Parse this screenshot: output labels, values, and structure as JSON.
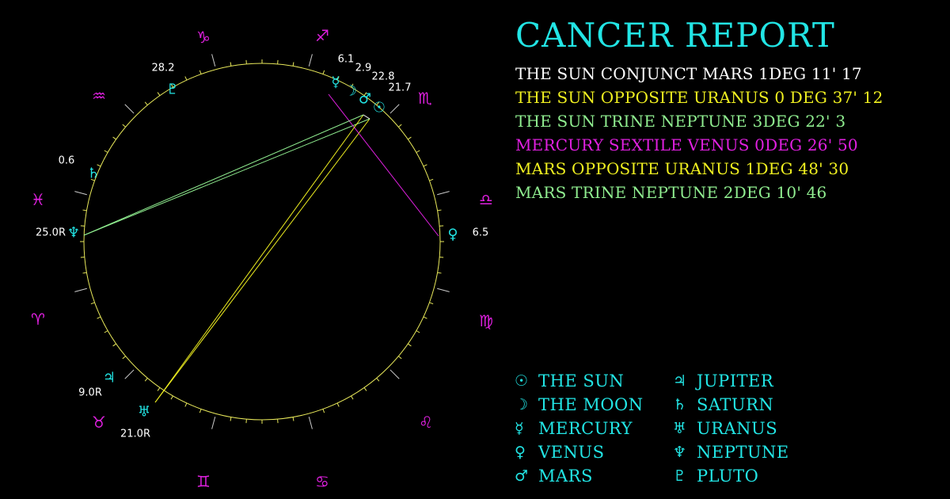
{
  "report": {
    "title": "CANCER REPORT",
    "title_color": "#22e5e5",
    "aspects": [
      {
        "text": "THE SUN CONJUNCT MARS 1DEG 11' 17",
        "color": "#ffffff"
      },
      {
        "text": "THE SUN OPPOSITE URANUS 0 DEG 37' 12",
        "color": "#f0f020"
      },
      {
        "text": "THE SUN TRINE NEPTUNE 3DEG 22' 3",
        "color": "#90ee90"
      },
      {
        "text": "MERCURY SEXTILE VENUS 0DEG 26' 50",
        "color": "#e020e0"
      },
      {
        "text": "MARS OPPOSITE URANUS 1DEG 48' 30",
        "color": "#f0f020"
      },
      {
        "text": "MARS TRINE NEPTUNE 2DEG 10' 46",
        "color": "#90ee90"
      }
    ]
  },
  "legend": {
    "color": "#22e5e5",
    "left": [
      {
        "glyph": "☉",
        "icon": "sun-icon",
        "label": "THE SUN"
      },
      {
        "glyph": "☽",
        "icon": "moon-icon",
        "label": "THE MOON"
      },
      {
        "glyph": "☿",
        "icon": "mercury-icon",
        "label": "MERCURY"
      },
      {
        "glyph": "♀",
        "icon": "venus-icon",
        "label": "VENUS"
      },
      {
        "glyph": "♂",
        "icon": "mars-icon",
        "label": "MARS"
      }
    ],
    "right": [
      {
        "glyph": "♃",
        "icon": "jupiter-icon",
        "label": "JUPITER"
      },
      {
        "glyph": "♄",
        "icon": "saturn-icon",
        "label": "SATURN"
      },
      {
        "glyph": "♅",
        "icon": "uranus-icon",
        "label": "URANUS"
      },
      {
        "glyph": "♆",
        "icon": "neptune-icon",
        "label": "NEPTUNE"
      },
      {
        "glyph": "♇",
        "icon": "pluto-icon",
        "label": "PLUTO"
      }
    ]
  },
  "wheel": {
    "circle_color": "#e8e85a",
    "sign_color": "#e020e0",
    "planet_color": "#22e5e5",
    "degree_color": "#ffffff",
    "signs": [
      {
        "glyph": "♑",
        "icon": "capricorn-icon"
      },
      {
        "glyph": "♐",
        "icon": "sagittarius-icon"
      },
      {
        "glyph": "♏",
        "icon": "scorpio-icon"
      },
      {
        "glyph": "♎",
        "icon": "libra-icon"
      },
      {
        "glyph": "♍",
        "icon": "virgo-icon"
      },
      {
        "glyph": "♌",
        "icon": "leo-icon"
      },
      {
        "glyph": "♋",
        "icon": "cancer-icon"
      },
      {
        "glyph": "♊",
        "icon": "gemini-icon"
      },
      {
        "glyph": "♉",
        "icon": "taurus-icon"
      },
      {
        "glyph": "♈",
        "icon": "aries-icon"
      },
      {
        "glyph": "♓",
        "icon": "pisces-icon"
      },
      {
        "glyph": "♒",
        "icon": "aquarius-icon"
      }
    ],
    "planets": [
      {
        "glyph": "☿",
        "icon": "mercury-icon",
        "degree": "6.1"
      },
      {
        "glyph": "☽",
        "icon": "moon-icon",
        "degree": "2.9"
      },
      {
        "glyph": "♂",
        "icon": "mars-icon",
        "degree": "22.8"
      },
      {
        "glyph": "☉",
        "icon": "sun-icon",
        "degree": "21.7"
      },
      {
        "glyph": "♀",
        "icon": "venus-icon",
        "degree": "6.5"
      },
      {
        "glyph": "♅",
        "icon": "uranus-icon",
        "degree": "21.0R"
      },
      {
        "glyph": "♃",
        "icon": "jupiter-icon",
        "degree": "9.0R"
      },
      {
        "glyph": "♆",
        "icon": "neptune-icon",
        "degree": "25.0R"
      },
      {
        "glyph": "♄",
        "icon": "saturn-icon",
        "degree": "0.6"
      },
      {
        "glyph": "♇",
        "icon": "pluto-icon",
        "degree": "28.2"
      }
    ],
    "aspect_lines": [
      {
        "from": "THE SUN",
        "to": "URANUS",
        "color": "#f0f020"
      },
      {
        "from": "THE SUN",
        "to": "NEPTUNE",
        "color": "#90ee90"
      },
      {
        "from": "MERCURY",
        "to": "VENUS",
        "color": "#e020e0"
      },
      {
        "from": "MARS",
        "to": "URANUS",
        "color": "#f0f020"
      },
      {
        "from": "MARS",
        "to": "NEPTUNE",
        "color": "#90ee90"
      },
      {
        "from": "THE SUN",
        "to": "MARS",
        "color": "#ffffff"
      }
    ]
  }
}
